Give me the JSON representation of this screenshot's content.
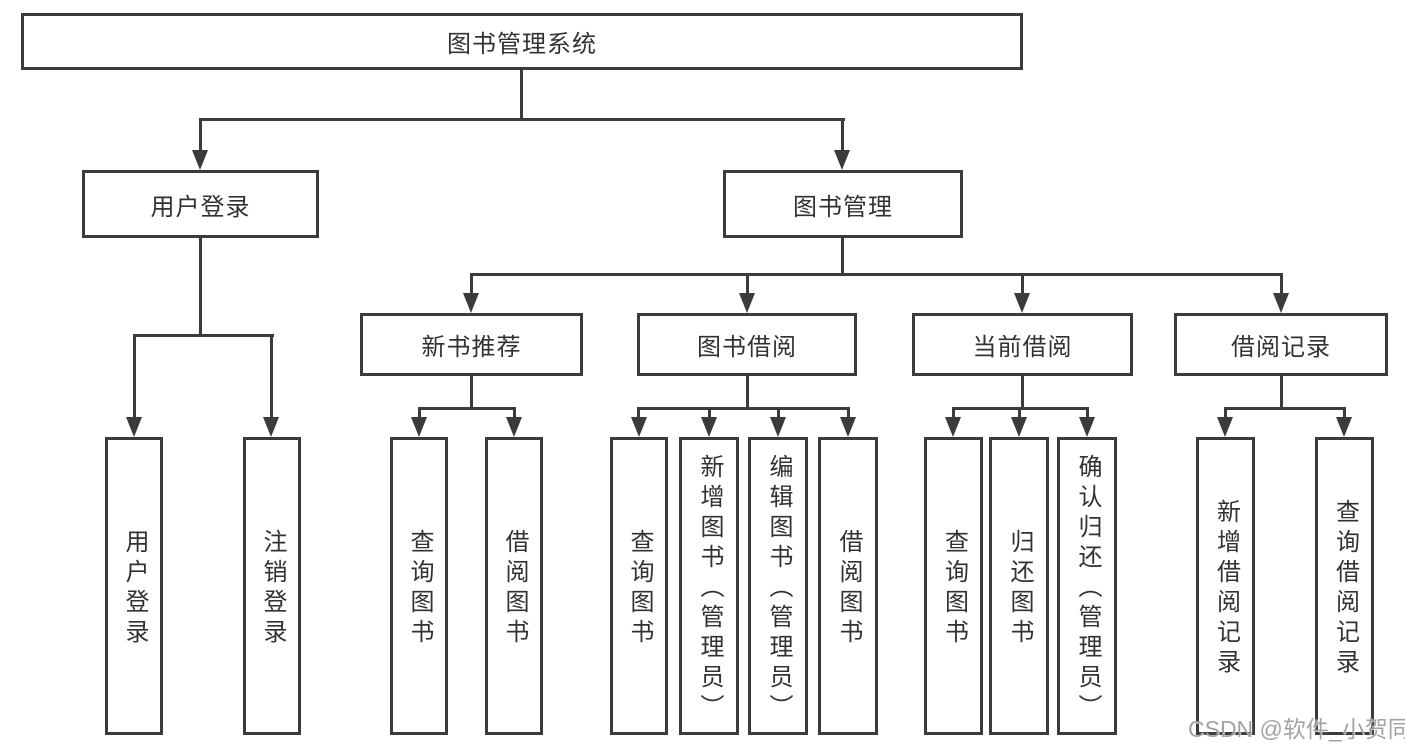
{
  "diagram_title": "图书管理系统",
  "tree": {
    "label": "图书管理系统",
    "children": [
      {
        "label": "用户登录",
        "children": [
          {
            "label": "用户登录"
          },
          {
            "label": "注销登录"
          }
        ]
      },
      {
        "label": "图书管理",
        "children": [
          {
            "label": "新书推荐",
            "children": [
              {
                "label": "查询图书"
              },
              {
                "label": "借阅图书"
              }
            ]
          },
          {
            "label": "图书借阅",
            "children": [
              {
                "label": "查询图书"
              },
              {
                "label": "新增图书（管理员）"
              },
              {
                "label": "编辑图书（管理员）"
              },
              {
                "label": "借阅图书"
              }
            ]
          },
          {
            "label": "当前借阅",
            "children": [
              {
                "label": "查询图书"
              },
              {
                "label": "归还图书"
              },
              {
                "label": "确认归还（管理员）"
              }
            ]
          },
          {
            "label": "借阅记录",
            "children": [
              {
                "label": "新增借阅记录"
              },
              {
                "label": "查询借阅记录"
              }
            ]
          }
        ]
      }
    ]
  },
  "watermark": {
    "text": "CSDN @软件_小贺同学"
  },
  "colors": {
    "line": "#3b3b3b",
    "text": "#323232",
    "background": "#ffffff",
    "watermark": "#9e9e9e"
  }
}
